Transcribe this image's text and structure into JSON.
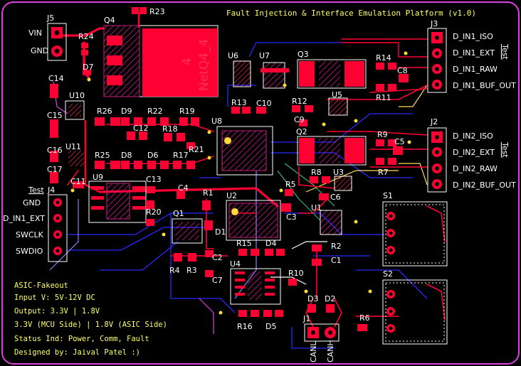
{
  "board": {
    "title": "Fault Injection & Interface Emulation Platform (v1.0)",
    "outline_color": "#e040e0",
    "bg_color": "#000000",
    "top_copper": "#ff0033",
    "bottom_copper": "#2a2aff",
    "silk_color": "#ffffff",
    "text_color": "#ffff66"
  },
  "info_block": {
    "line1": "ASIC-Fakeout",
    "line2": "Input V: 5V-12V DC",
    "line3": "Output: 3.3V | 1.8V",
    "line4": "3.3V (MCU Side) | 1.8V (ASIC Side)",
    "line5": "Status Ind: Power, Comm, Fault",
    "line6": "Designed by: Jaival Patel :)"
  },
  "q4": {
    "ref": "Q4",
    "net_num": "4",
    "net_name": "NetQ4_4"
  },
  "connectors": {
    "j5": {
      "ref": "J5",
      "pins": [
        "VIN",
        "GND"
      ]
    },
    "j4": {
      "ref": "J4",
      "tag": "Test",
      "pins": [
        "GND",
        "D_IN1_EXT",
        "SWCLK",
        "SWDIO"
      ]
    },
    "j3": {
      "ref": "J3",
      "tag": "Test",
      "pins": [
        "D_IN1_ISO",
        "D_IN1_EXT",
        "D_IN1_RAW",
        "D_IN1_BUF_OUT"
      ]
    },
    "j2": {
      "ref": "J2",
      "tag": "Test",
      "pins": [
        "D_IN2_ISO",
        "D_IN2_EXT",
        "D_IN2_RAW",
        "D_IN2_BUF_OUT"
      ]
    },
    "j1": {
      "ref": "J1",
      "pins": [
        "CANL",
        "CANH"
      ]
    }
  },
  "refs": {
    "R23": "R23",
    "R24": "R24",
    "D7": "D7",
    "C14": "C14",
    "U10": "U10",
    "C15": "C15",
    "R26": "R26",
    "D9": "D9",
    "R22": "R22",
    "R19": "R19",
    "C12": "C12",
    "R18": "R18",
    "C16": "C16",
    "U11": "U11",
    "R21": "R21",
    "R25": "R25",
    "D8": "D8",
    "D6": "D6",
    "R17": "R17",
    "C17": "C17",
    "C11": "C11",
    "U9": "U9",
    "C13": "C13",
    "C4": "C4",
    "R20": "R20",
    "Q1": "Q1",
    "R1": "R1",
    "D1": "D1",
    "U6": "U6",
    "U7": "U7",
    "Q3": "Q3",
    "R14": "R14",
    "C8": "C8",
    "R11": "R11",
    "R13": "R13",
    "C10": "C10",
    "U8": "U8",
    "U5": "U5",
    "R12": "R12",
    "C9": "C9",
    "Q2": "Q2",
    "R9": "R9",
    "C5": "C5",
    "R7": "R7",
    "R8": "R8",
    "U3": "U3",
    "R5": "R5",
    "C6": "C6",
    "U2": "U2",
    "C3": "C3",
    "U1": "U1",
    "S1": "S1",
    "R15": "R15",
    "D4": "D4",
    "R2": "R2",
    "C1": "C1",
    "C2": "C2",
    "R4": "R4",
    "R3": "R3",
    "U4": "U4",
    "R10": "R10",
    "C7": "C7",
    "S2": "S2",
    "D3": "D3",
    "D2": "D2",
    "R6": "R6",
    "R16": "R16",
    "D5": "D5"
  }
}
